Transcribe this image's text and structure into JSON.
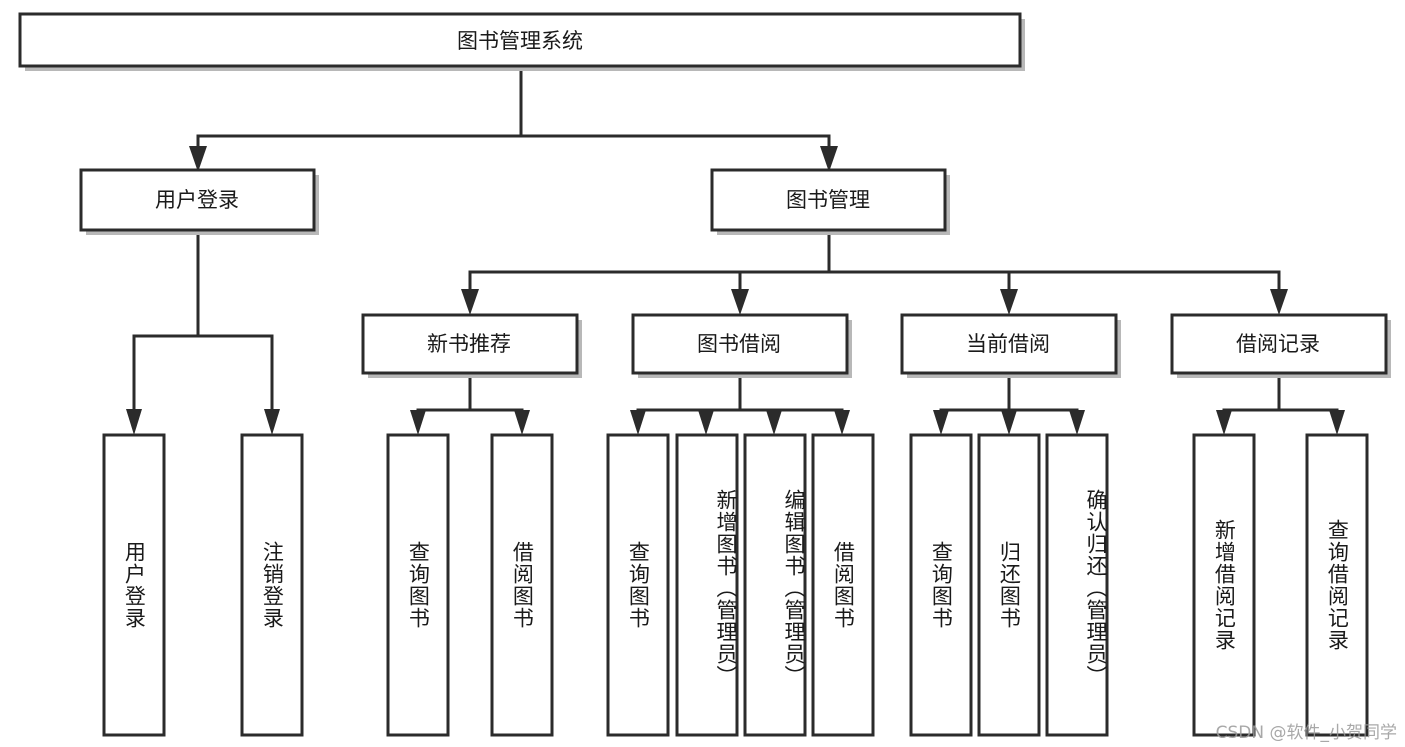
{
  "diagram": {
    "type": "tree-hierarchy",
    "title": "图书管理系统",
    "root": {
      "label": "图书管理系统",
      "level": 0
    },
    "level1": [
      {
        "label": "用户登录"
      },
      {
        "label": "图书管理"
      }
    ],
    "level2": [
      {
        "label": "新书推荐",
        "parent": "图书管理"
      },
      {
        "label": "图书借阅",
        "parent": "图书管理"
      },
      {
        "label": "当前借阅",
        "parent": "图书管理"
      },
      {
        "label": "借阅记录",
        "parent": "图书管理"
      }
    ],
    "leaves": [
      {
        "label": "用户登录",
        "parent": "用户登录"
      },
      {
        "label": "注销登录",
        "parent": "用户登录"
      },
      {
        "label": "查询图书",
        "parent": "新书推荐"
      },
      {
        "label": "借阅图书",
        "parent": "新书推荐"
      },
      {
        "label": "查询图书",
        "parent": "图书借阅"
      },
      {
        "label": "新增图书（管理员）",
        "parent": "图书借阅"
      },
      {
        "label": "编辑图书（管理员）",
        "parent": "图书借阅"
      },
      {
        "label": "借阅图书",
        "parent": "图书借阅"
      },
      {
        "label": "查询图书",
        "parent": "当前借阅"
      },
      {
        "label": "归还图书",
        "parent": "当前借阅"
      },
      {
        "label": "确认归还（管理员）",
        "parent": "当前借阅"
      },
      {
        "label": "新增借阅记录",
        "parent": "借阅记录"
      },
      {
        "label": "查询借阅记录",
        "parent": "借阅记录"
      }
    ]
  },
  "watermark": {
    "text": "CSDN @软件_小贺同学"
  },
  "colors": {
    "box_stroke": "#2b2b2b",
    "box_fill": "#ffffff",
    "text": "#1a1a1a",
    "watermark": "#9a9a9a",
    "background": "#ffffff"
  }
}
